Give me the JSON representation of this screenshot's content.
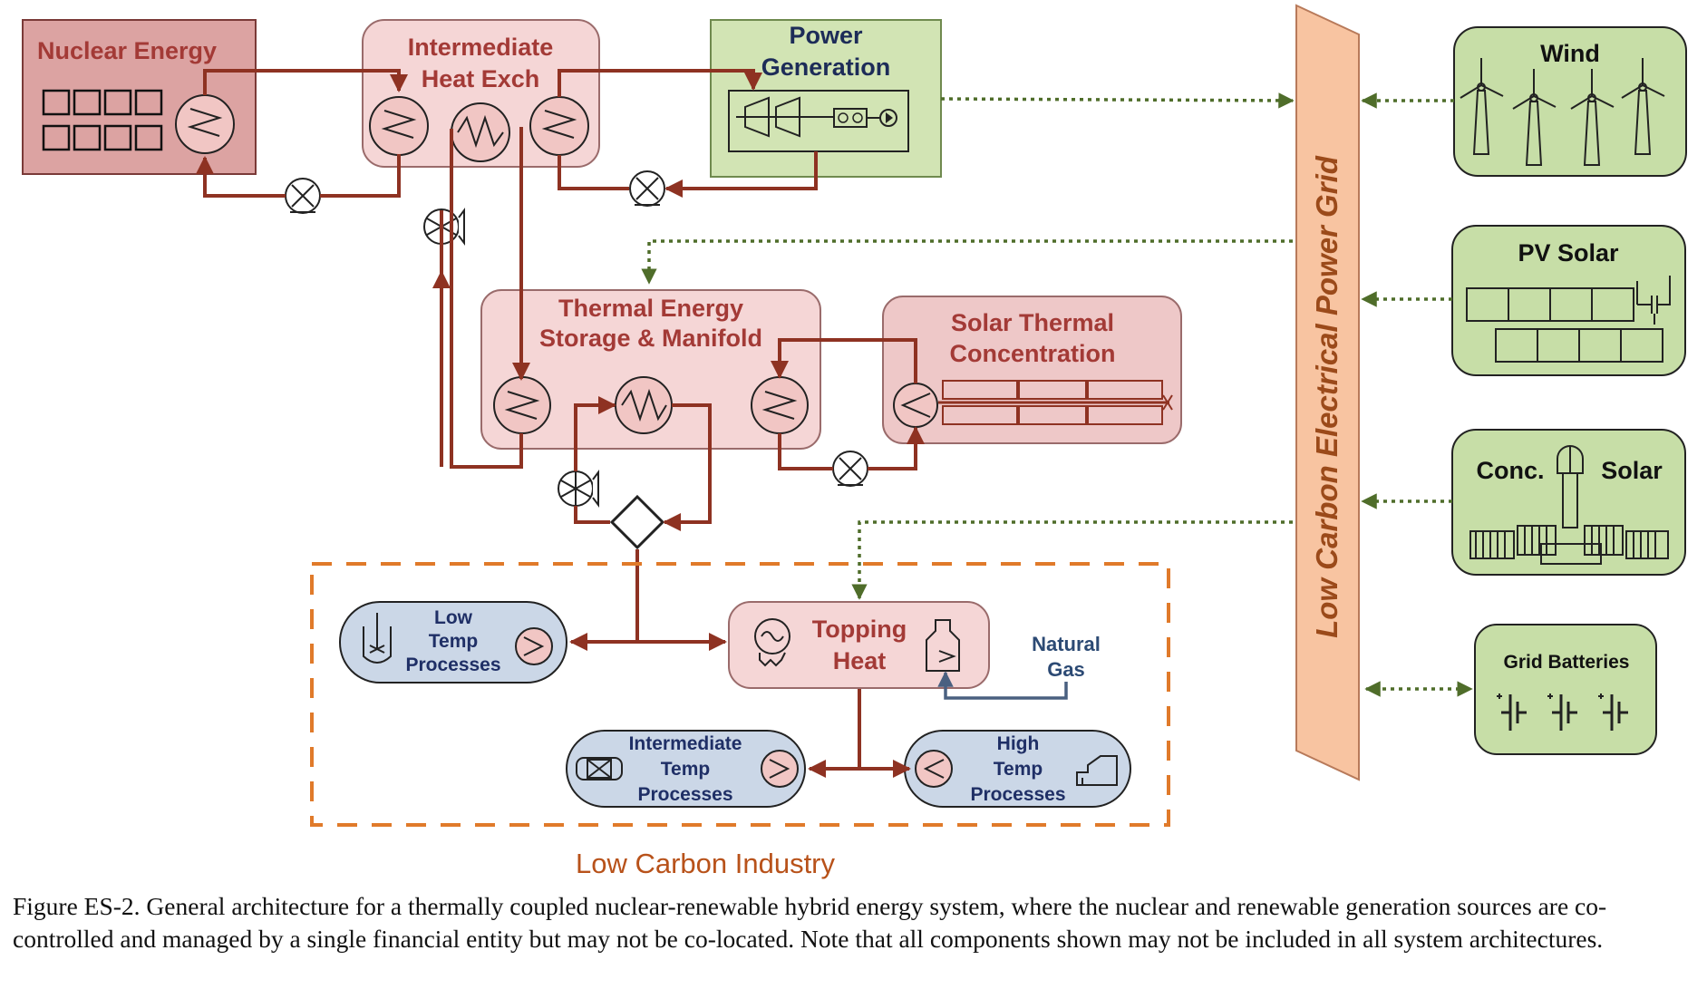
{
  "labels": {
    "nuclear_energy": "Nuclear Energy",
    "ihx_line1": "Intermediate",
    "ihx_line2": "Heat Exch",
    "power_gen_line1": "Power",
    "power_gen_line2": "Generation",
    "tes_line1": "Thermal Energy",
    "tes_line2": "Storage & Manifold",
    "solar_thermal_line1": "Solar Thermal",
    "solar_thermal_line2": "Concentration",
    "low_temp_line1": "Low",
    "low_temp_line2": "Temp",
    "low_temp_line3": "Processes",
    "topping_line1": "Topping",
    "topping_line2": "Heat",
    "natural_gas_line1": "Natural",
    "natural_gas_line2": "Gas",
    "intermediate_temp_line1": "Intermediate",
    "intermediate_temp_line2": "Temp",
    "intermediate_temp_line3": "Processes",
    "high_temp_line1": "High",
    "high_temp_line2": "Temp",
    "high_temp_line3": "Processes",
    "low_carbon_industry": "Low Carbon Industry",
    "power_grid": "Low Carbon Electrical Power Grid",
    "wind": "Wind",
    "pv_solar": "PV Solar",
    "conc_solar_left": "Conc.",
    "conc_solar_right": "Solar",
    "grid_batteries": "Grid Batteries"
  },
  "caption": "Figure ES-2. General architecture for a thermally coupled nuclear-renewable hybrid energy system, where the nuclear and renewable generation sources are co-controlled and managed by a single financial entity but may not be co-located. Note that all components shown may not be included in all system architectures.",
  "colors": {
    "nuclear_fill": "#d9a3a3",
    "nuclear_box_fill": "#dca3a2",
    "heat_box_fill": "#f5d6d6",
    "solar_thermal_fill": "#eec8c8",
    "power_gen_fill": "#d2e4b4",
    "renewable_fill": "#c7dea7",
    "process_fill": "#cbd7e7",
    "grid_fill": "#f8c4a1",
    "pipe": "#8e3222",
    "signal": "#4f6d2a",
    "industry_border": "#e07a2a",
    "gas_line": "#4a6080"
  }
}
